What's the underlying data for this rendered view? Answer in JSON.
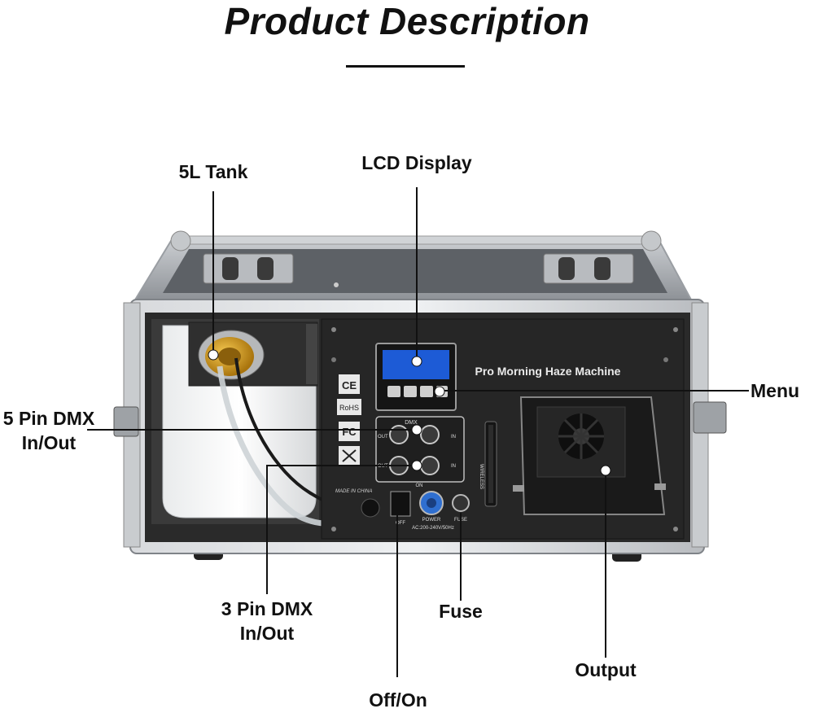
{
  "title": "Product Description",
  "machine_label": "Pro Morning Haze Machine",
  "panel": {
    "ce_mark": "CE",
    "rohs_mark": "RoHS",
    "fc_mark": "FC",
    "dmx_label": "DMX",
    "out_label": "OUT",
    "in_label": "IN",
    "on_label": "ON",
    "made_in": "MADE IN CHINA",
    "off_label": "OFF",
    "power_label": "POWER",
    "fuse_label": "FUSE",
    "voltage_label": "AC:200-240V/50Hz",
    "wireless_label": "WIRELESS"
  },
  "callouts": {
    "tank": "5L Tank",
    "lcd": "LCD Display",
    "menu": "Menu",
    "dmx5": [
      "5 Pin DMX",
      "In/Out"
    ],
    "dmx3": [
      "3 Pin DMX",
      "In/Out"
    ],
    "fuse": "Fuse",
    "output": "Output",
    "offon": "Off/On"
  },
  "colors": {
    "case": "#bfc2c6",
    "panel": "#2b2b2b",
    "lcd": "#1d5bd6",
    "tank_cap": "#d9a21c",
    "power_connector": "#2f6fd0",
    "leader": "#111111"
  }
}
